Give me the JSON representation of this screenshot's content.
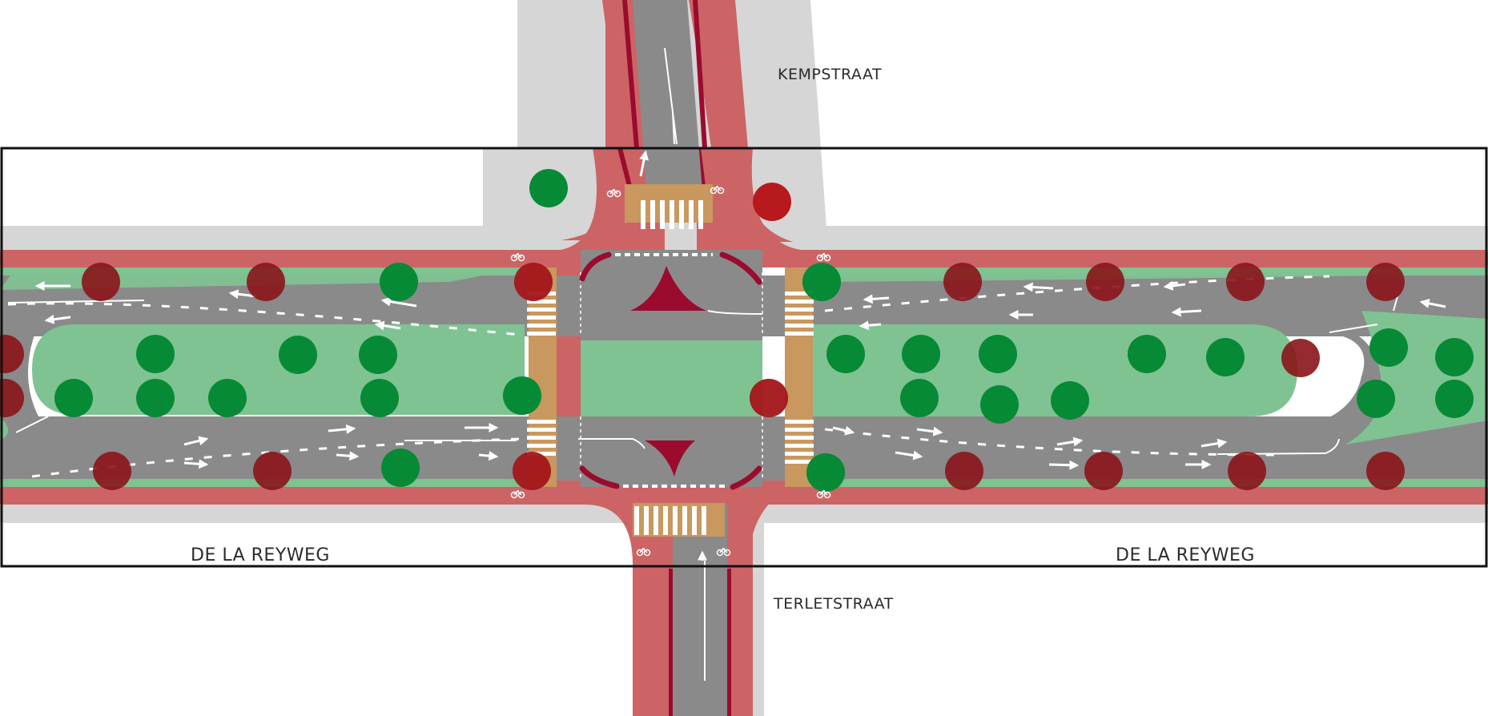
{
  "labels": {
    "north_street": "KEMPSTRAAT",
    "south_street": "TERLETSTRAAT",
    "main_street_west": "DE LA REYWEG",
    "main_street_east": "DE LA REYWEG"
  },
  "colors": {
    "sidewalk": "#d6d6d6",
    "bike_path": "#cc6466",
    "bike_path_dark": "#9b0b2e",
    "road": "#8a8a8a",
    "verge": "#7fc392",
    "tree_keep": "#078a35",
    "tree_remove": "#8a1419",
    "tree_new": "#b8191c",
    "crossing_ochre": "#c8985e",
    "frame": "#111111"
  },
  "legend_semantics": {
    "green_circle": "tree (kept)",
    "dark_red_circle": "tree (removed)",
    "bright_red_circle": "tree (new)"
  }
}
